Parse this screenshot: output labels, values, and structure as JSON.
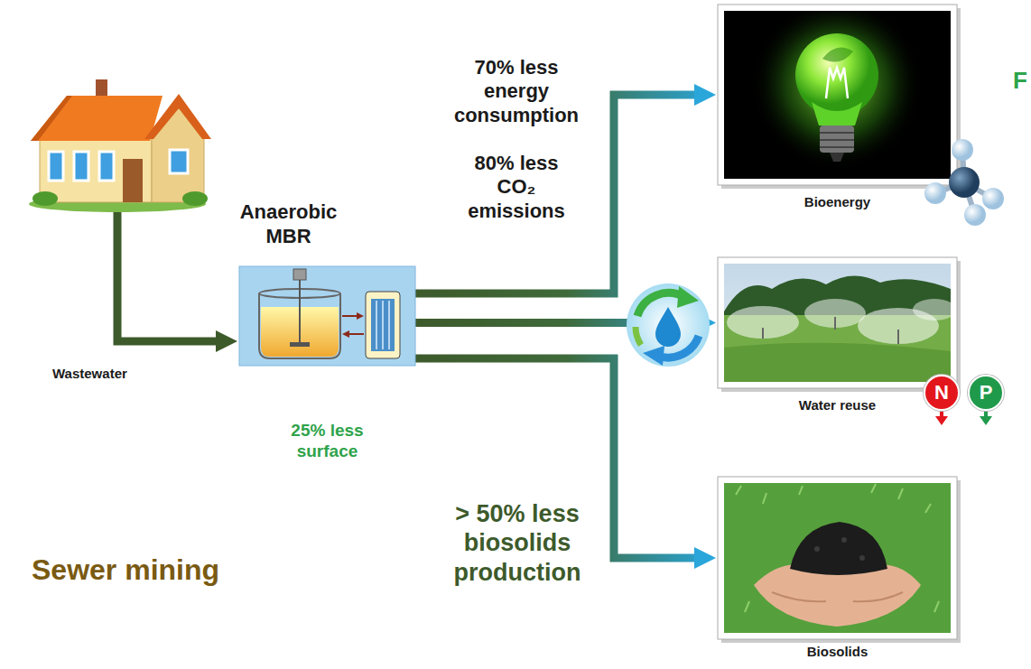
{
  "diagram": {
    "nodes": [
      {
        "text": [
          "Wastewater"
        ]
      },
      {
        "text": [
          "Anaerobic MBR"
        ]
      },
      {
        "text": [
          "Bioenergy"
        ]
      },
      {
        "text": [
          "Water reuse"
        ]
      },
      {
        "text": [
          "N"
        ]
      },
      {
        "text": [
          "P"
        ]
      },
      {
        "text": [
          "Biosolids"
        ]
      }
    ],
    "edges": [
      {
        "from": 0,
        "to": 1,
        "arrow": "to"
      },
      {
        "from": 1,
        "to": 2,
        "arrow": "to"
      },
      {
        "from": 1,
        "to": 3,
        "arrow": "to"
      },
      {
        "from": 1,
        "to": 6,
        "arrow": "to"
      }
    ],
    "labels": [
      "70% less energy consumption",
      "80% less CO₂ emissions",
      "F",
      "25% less surface",
      "> 50% less biosolids production",
      "Sewer mining"
    ]
  }
}
